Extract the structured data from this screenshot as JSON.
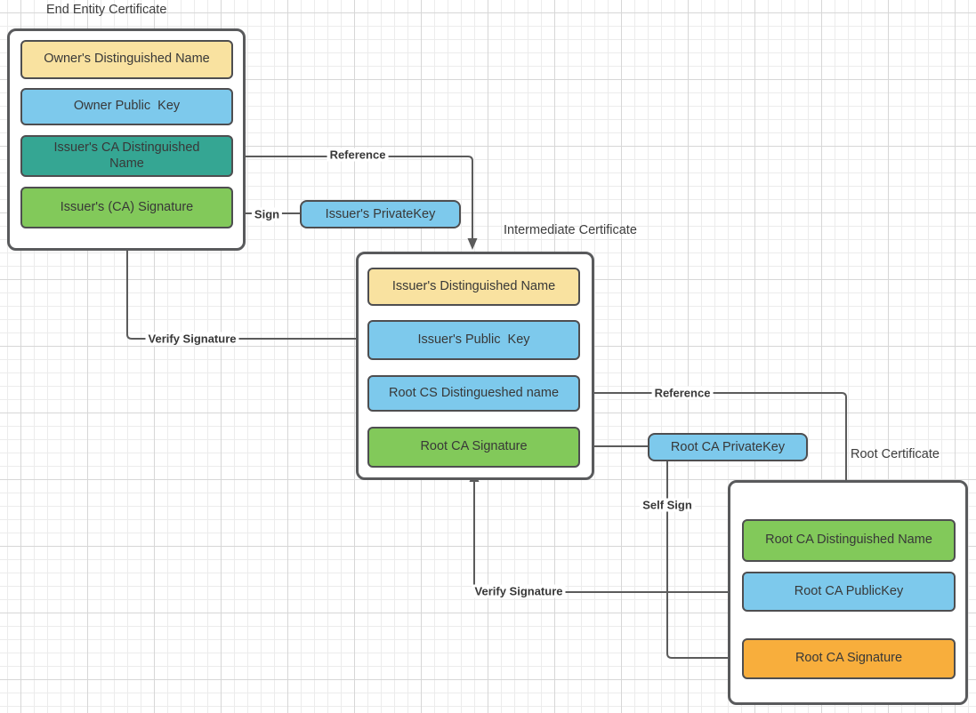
{
  "colors": {
    "field_yellow": "#F9E2A0",
    "field_blue": "#7DC9EC",
    "field_teal": "#35A693",
    "field_green": "#82C95A",
    "field_orange": "#F8AE3C",
    "connector_line": "#5B5B5B",
    "container_border": "#595A5C",
    "text": "#383838"
  },
  "containers": [
    {
      "title": "End Entity Certificate",
      "fields": [
        {
          "label": "Owner's Distinguished Name",
          "color": "#F9E2A0"
        },
        {
          "label": "Owner Public  Key",
          "color": "#7DC9EC"
        },
        {
          "label": "Issuer's CA Distinguished\nName",
          "color": "#35A693"
        },
        {
          "label": "Issuer's (CA) Signature",
          "color": "#82C95A"
        }
      ]
    },
    {
      "title": "Intermediate Certificate",
      "fields": [
        {
          "label": "Issuer's Distinguished Name",
          "color": "#F9E2A0"
        },
        {
          "label": "Issuer's Public  Key",
          "color": "#7DC9EC"
        },
        {
          "label": "Root CS Distingueshed name",
          "color": "#7DC9EC"
        },
        {
          "label": "Root CA Signature",
          "color": "#82C95A"
        }
      ]
    },
    {
      "title": "Root Certificate",
      "fields": [
        {
          "label": "Root CA Distinguished Name",
          "color": "#82C95A"
        },
        {
          "label": "Root CA PublicKey",
          "color": "#7DC9EC"
        },
        {
          "label": "Root CA Signature",
          "color": "#F8AE3C"
        }
      ]
    }
  ],
  "keys": [
    {
      "label": "Issuer's PrivateKey",
      "color": "#7DC9EC"
    },
    {
      "label": "Root CA PrivateKey",
      "color": "#7DC9EC"
    }
  ],
  "connectors": [
    {
      "label": "Reference"
    },
    {
      "label": "Sign"
    },
    {
      "label": "Verify Signature"
    },
    {
      "label": "Reference"
    },
    {
      "label": "Self Sign"
    },
    {
      "label": "Verify Signature"
    }
  ]
}
